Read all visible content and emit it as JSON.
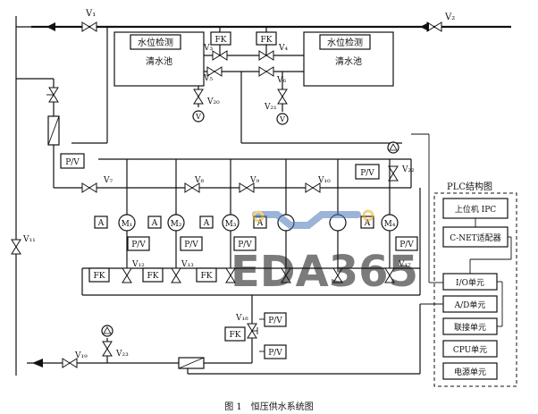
{
  "caption": "图 1　恒压供水系统图",
  "tank_left": {
    "sensor": "水位检测",
    "name": "清水池"
  },
  "tank_right": {
    "sensor": "水位检测",
    "name": "清水池"
  },
  "plc": {
    "title": "PLC结构图",
    "modules": [
      "上位机 IPC",
      "C-NET适配器",
      "I/O单元",
      "A/D单元",
      "联接单元",
      "CPU单元",
      "电源单元"
    ]
  },
  "labels": {
    "fk": "FK",
    "pv": "P/V",
    "ammeter": "A",
    "gauge": "V"
  },
  "valves": {
    "v1": "V₁",
    "v2": "V₂",
    "v3": "V₃",
    "v4": "V₄",
    "v5": "V₅",
    "v6": "V₆",
    "v7": "V₇",
    "v8": "V₈",
    "v9": "V₉",
    "v10": "V₁₀",
    "v11": "V₁₁",
    "v12": "V₁₂",
    "v13": "V₁₃",
    "v17": "V₁₇",
    "v18": "V₁₈",
    "v19": "V₁₉",
    "v20": "V₂₀",
    "v21": "V₂₁",
    "v22": "V₂₂",
    "v23": "V₂₃"
  },
  "pumps": {
    "m1": "M₁",
    "m2": "M₂",
    "m3": "M₃",
    "m4": "M₄"
  },
  "watermark": "EDA365"
}
